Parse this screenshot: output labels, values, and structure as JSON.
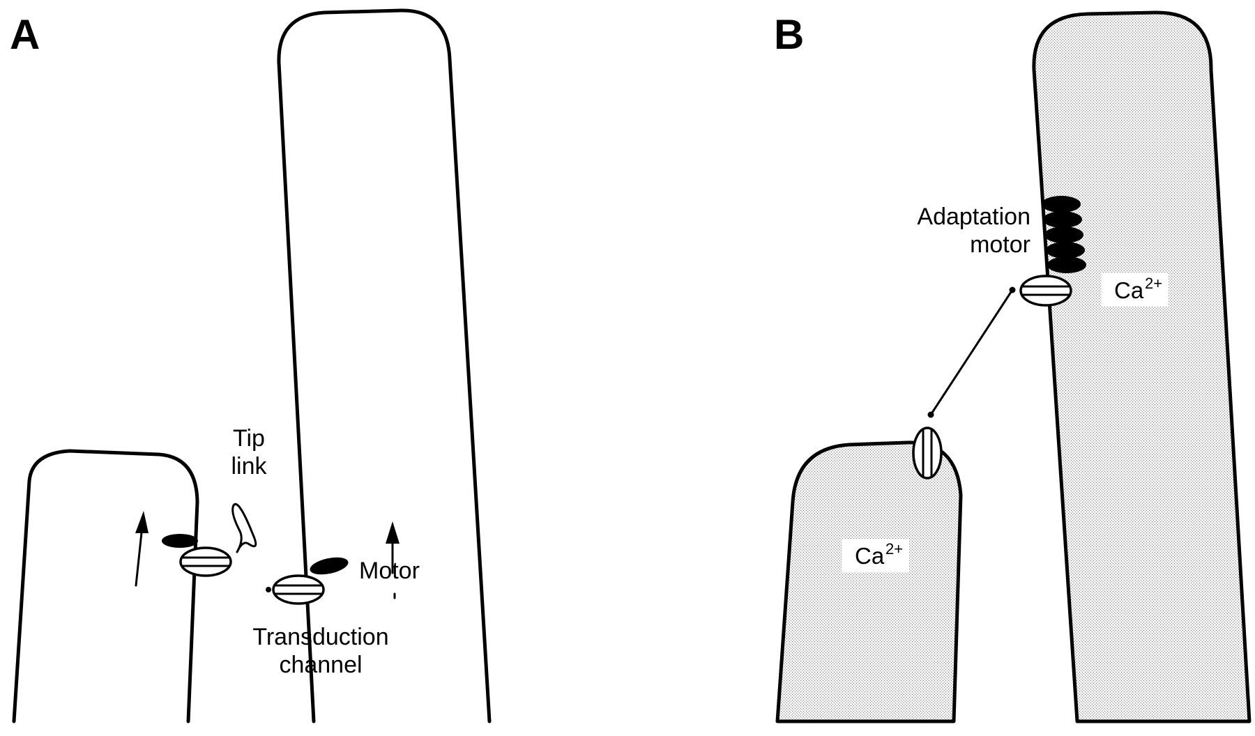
{
  "panels": {
    "a": {
      "letter": "A",
      "tip_link_line1": "Tip",
      "tip_link_line2": "link",
      "motor": "Motor",
      "transduction_line1": "Transduction",
      "transduction_line2": "channel"
    },
    "b": {
      "letter": "B",
      "adaptation_line1": "Adaptation",
      "adaptation_line2": "motor",
      "ion_short_base": "Ca",
      "ion_short_charge": "2+",
      "ion_tall_base": "Ca",
      "ion_tall_charge": "2+"
    }
  }
}
